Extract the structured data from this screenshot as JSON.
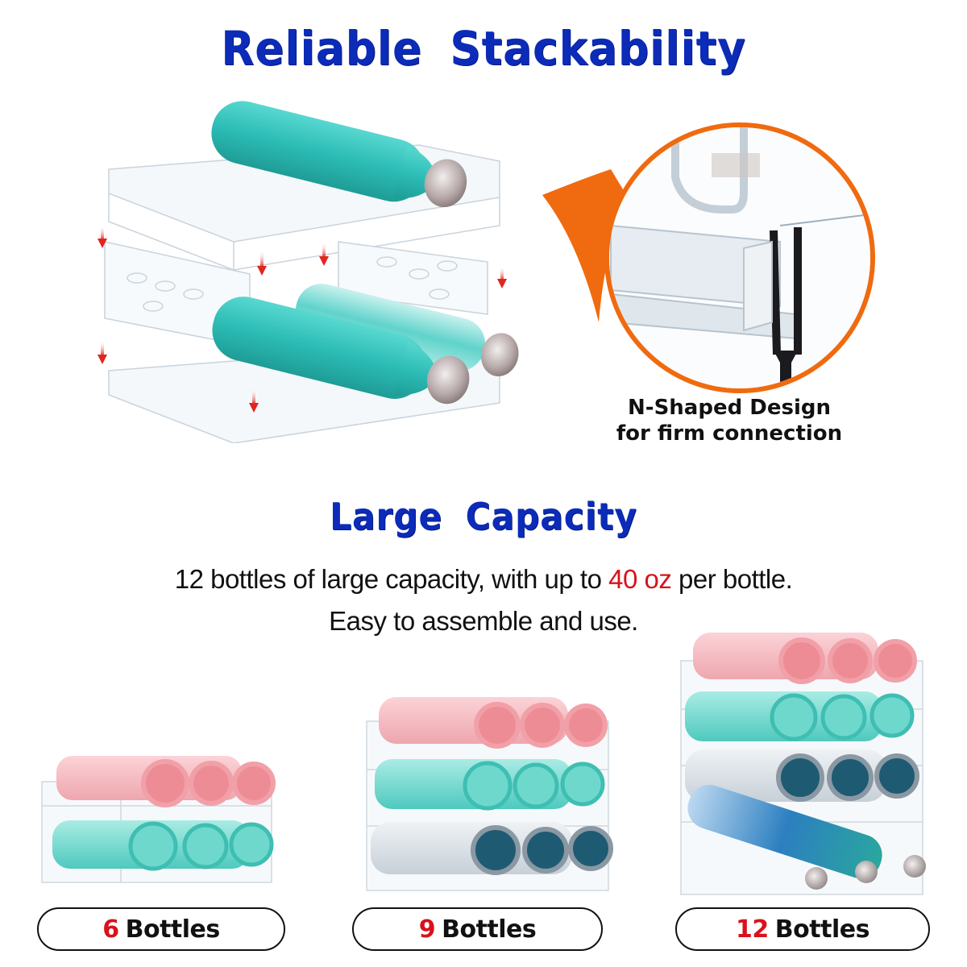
{
  "section_1": {
    "title": "Reliable  Stackability",
    "callout": {
      "caption_line_1": "N-Shaped Design",
      "caption_line_2": "for firm connection"
    }
  },
  "section_2": {
    "title": "Large  Capacity",
    "description": {
      "line_1_before": "12 bottles of large capacity, with up to ",
      "line_1_highlight": "40 oz",
      "line_1_after": " per bottle.",
      "line_2": "Easy to assemble and use."
    },
    "options": [
      {
        "count": "6",
        "label": "Bottles"
      },
      {
        "count": "9",
        "label": "Bottles"
      },
      {
        "count": "12",
        "label": "Bottles"
      }
    ]
  },
  "colors": {
    "headline_blue": "#0b2bb8",
    "highlight_red": "#d8121b",
    "callout_orange": "#f06a0f",
    "bottle_teal": "#2fc4bd",
    "bottle_pink": "#f2a3ad",
    "arrow_red": "#e0261e"
  }
}
